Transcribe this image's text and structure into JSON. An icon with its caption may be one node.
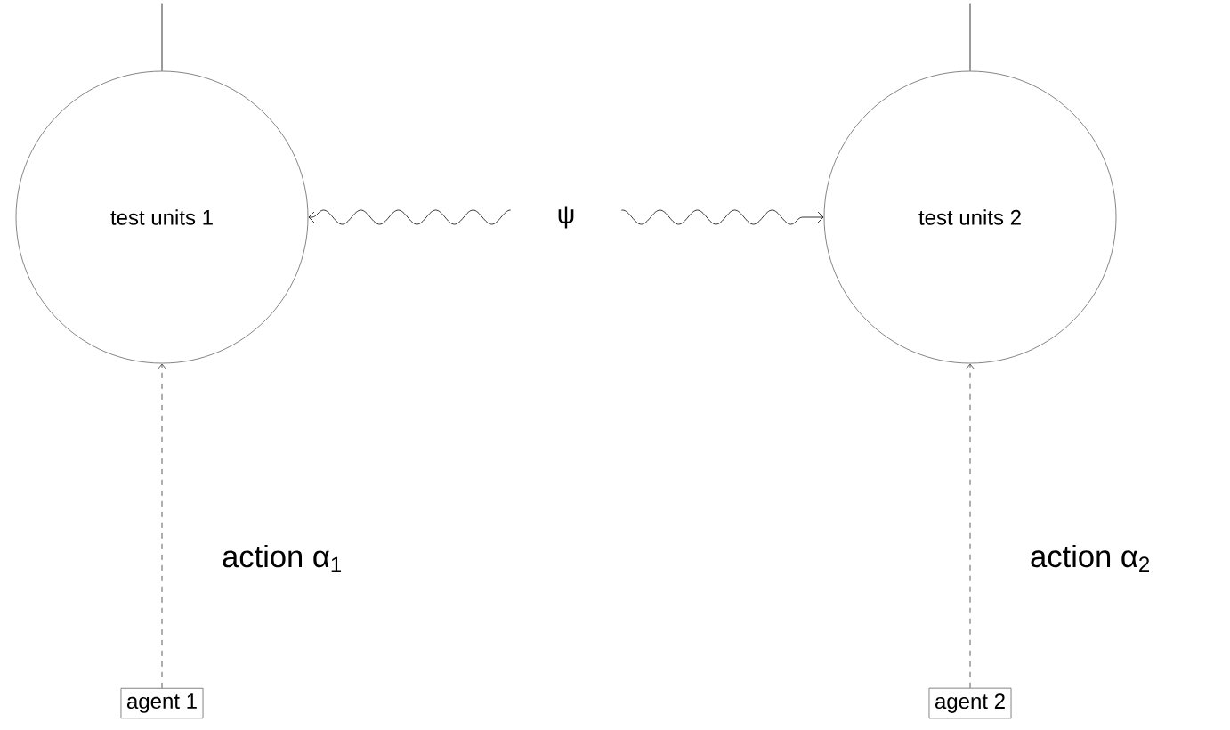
{
  "diagram": {
    "nodes": [
      {
        "text": [
          "test units 1"
        ]
      },
      {
        "text": [
          "test units 2"
        ]
      },
      {
        "text": [
          "agent 1"
        ]
      },
      {
        "text": [
          "agent 2"
        ]
      }
    ],
    "edges": [
      {
        "from": 0,
        "to": 1,
        "arrow": "both",
        "label": "ψ"
      },
      {
        "from": 2,
        "to": 0,
        "arrow": "to",
        "label": "action α$_{1}$",
        "style": "dashed"
      },
      {
        "from": 3,
        "to": 1,
        "arrow": "to",
        "label": "action α$_{2}$",
        "style": "dashed"
      },
      {
        "from": 0,
        "to": null,
        "arrow": "none"
      },
      {
        "from": 1,
        "to": null,
        "arrow": "none"
      }
    ]
  }
}
